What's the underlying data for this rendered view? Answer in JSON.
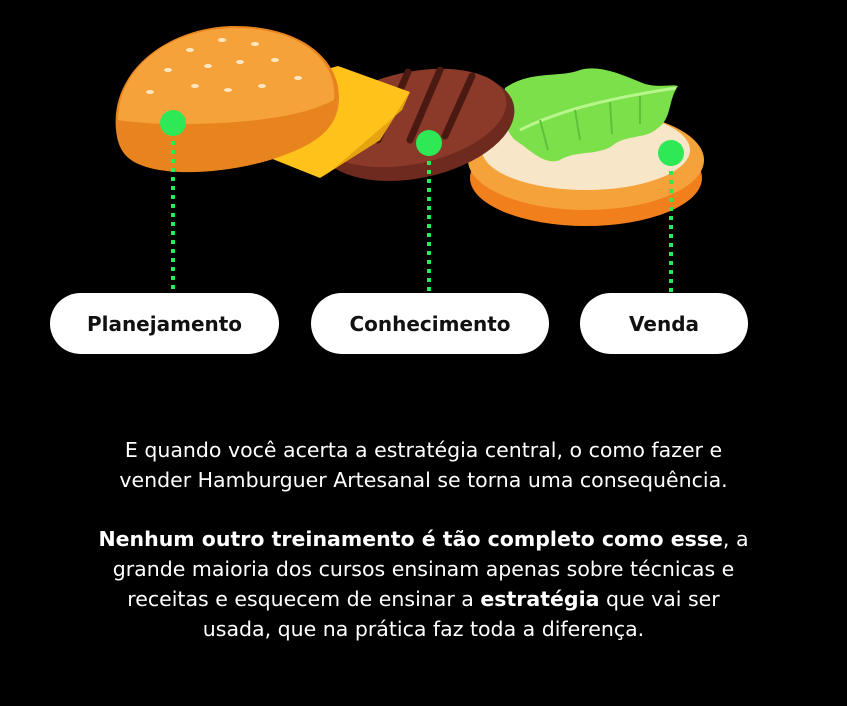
{
  "labels": {
    "planning": "Planejamento",
    "knowledge": "Conhecimento",
    "sale": "Venda"
  },
  "paragraph1": {
    "line1": "E quando você acerta a estratégia central, o como fazer e",
    "line2": "vender Hamburguer Artesanal se torna uma consequência."
  },
  "paragraph2": {
    "bold_lead": "Nenhum outro treinamento é tão completo como esse",
    "after_lead": ", a",
    "line2": "grande maioria dos cursos ensinam apenas sobre técnicas e",
    "line3_start": "receitas e esquecem de ensinar a ",
    "line3_bold": "estratégia",
    "line3_end": " que vai ser",
    "line4": "usada, que na prática faz toda a diferença."
  },
  "colors": {
    "background": "#000000",
    "marker": "#2ee855",
    "bun": "#f5a23a",
    "cheese": "#ffc21a",
    "patty": "#8b3a2a",
    "lettuce": "#7be04a"
  }
}
